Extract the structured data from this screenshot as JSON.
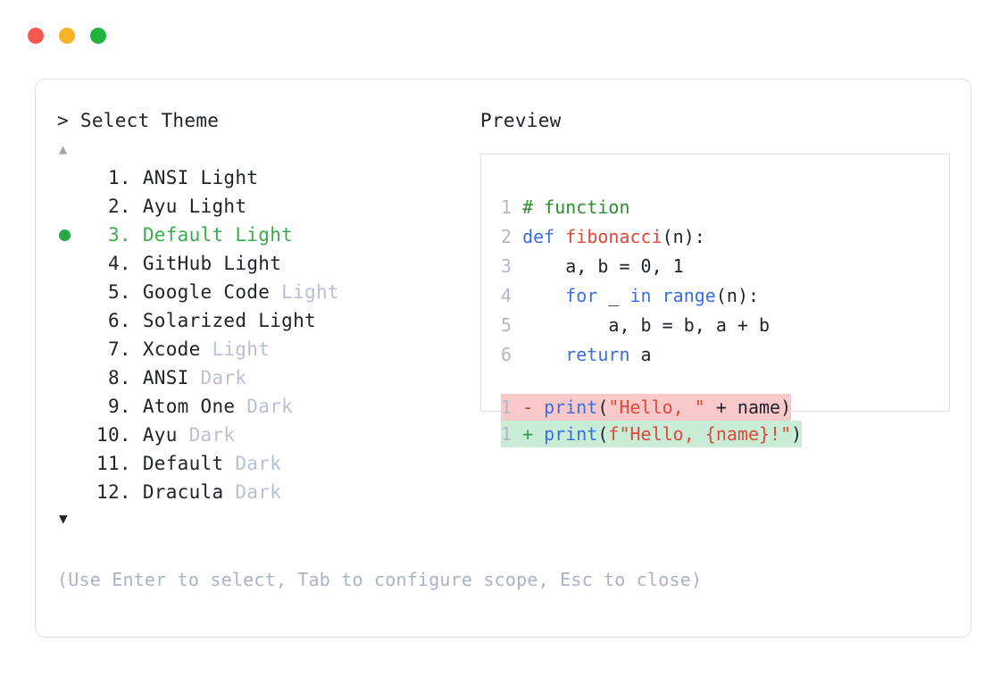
{
  "window": {
    "traffic_lights": [
      {
        "name": "close",
        "color": "#f9574f"
      },
      {
        "name": "minimize",
        "color": "#f5b427"
      },
      {
        "name": "maximize",
        "color": "#22b33b"
      }
    ]
  },
  "picker": {
    "prompt": "> Select Theme",
    "scroll_up_icon": "▲",
    "scroll_down_icon": "▼",
    "selected_index": 3,
    "selected_bullet": "●",
    "items": [
      {
        "num": "1",
        "dot": ".",
        "name": "ANSI",
        "suffix": "Light",
        "suffix_muted": false,
        "selected": false
      },
      {
        "num": "2",
        "dot": ".",
        "name": "Ayu",
        "suffix": "Light",
        "suffix_muted": false,
        "selected": false
      },
      {
        "num": "3",
        "dot": ".",
        "name": "Default",
        "suffix": "Light",
        "suffix_muted": false,
        "selected": true
      },
      {
        "num": "4",
        "dot": ".",
        "name": "GitHub",
        "suffix": "Light",
        "suffix_muted": false,
        "selected": false
      },
      {
        "num": "5",
        "dot": ".",
        "name": "Google Code",
        "suffix": "Light",
        "suffix_muted": true,
        "selected": false
      },
      {
        "num": "6",
        "dot": ".",
        "name": "Solarized",
        "suffix": "Light",
        "suffix_muted": false,
        "selected": false
      },
      {
        "num": "7",
        "dot": ".",
        "name": "Xcode",
        "suffix": "Light",
        "suffix_muted": true,
        "selected": false
      },
      {
        "num": "8",
        "dot": ".",
        "name": "ANSI",
        "suffix": "Dark",
        "suffix_muted": true,
        "selected": false
      },
      {
        "num": "9",
        "dot": ".",
        "name": "Atom One",
        "suffix": "Dark",
        "suffix_muted": true,
        "selected": false
      },
      {
        "num": "10",
        "dot": ".",
        "name": "Ayu",
        "suffix": "Dark",
        "suffix_muted": true,
        "selected": false
      },
      {
        "num": "11",
        "dot": ".",
        "name": "Default",
        "suffix": "Dark",
        "suffix_muted": true,
        "selected": false
      },
      {
        "num": "12",
        "dot": ".",
        "name": "Dracula",
        "suffix": "Dark",
        "suffix_muted": true,
        "selected": false
      }
    ]
  },
  "hint": "(Use Enter to select, Tab to configure scope, Esc to close)",
  "preview": {
    "title": "Preview",
    "code_lines": [
      {
        "n": "1",
        "tokens": [
          {
            "t": "# function",
            "c": "comment"
          }
        ]
      },
      {
        "n": "2",
        "tokens": [
          {
            "t": "def ",
            "c": "kw"
          },
          {
            "t": "fibonacci",
            "c": "fn"
          },
          {
            "t": "(n):",
            "c": "punct"
          }
        ]
      },
      {
        "n": "3",
        "tokens": [
          {
            "t": "    a, b = 0, 1",
            "c": "plain"
          }
        ]
      },
      {
        "n": "4",
        "tokens": [
          {
            "t": "    ",
            "c": "plain"
          },
          {
            "t": "for",
            "c": "kw"
          },
          {
            "t": " _ ",
            "c": "plain"
          },
          {
            "t": "in",
            "c": "kw"
          },
          {
            "t": " ",
            "c": "plain"
          },
          {
            "t": "range",
            "c": "builtin"
          },
          {
            "t": "(n):",
            "c": "punct"
          }
        ]
      },
      {
        "n": "5",
        "tokens": [
          {
            "t": "        a, b = b, a + b",
            "c": "plain"
          }
        ]
      },
      {
        "n": "6",
        "tokens": [
          {
            "t": "    ",
            "c": "plain"
          },
          {
            "t": "return",
            "c": "kw"
          },
          {
            "t": " a",
            "c": "plain"
          }
        ]
      }
    ],
    "diff_lines": [
      {
        "n": "1",
        "kind": "minus",
        "marker": "-",
        "tokens": [
          {
            "t": "print",
            "c": "builtin"
          },
          {
            "t": "(",
            "c": "punct"
          },
          {
            "t": "\"Hello, \"",
            "c": "str"
          },
          {
            "t": " + name)",
            "c": "plain"
          }
        ]
      },
      {
        "n": "1",
        "kind": "plus",
        "marker": "+",
        "tokens": [
          {
            "t": "print",
            "c": "builtin"
          },
          {
            "t": "(",
            "c": "punct"
          },
          {
            "t": "f\"Hello, {name}!\"",
            "c": "str"
          },
          {
            "t": ")",
            "c": "punct"
          }
        ]
      }
    ]
  },
  "colors": {
    "card_border": "#dcdfe6",
    "preview_border": "#dde0e8",
    "text": "#20232b",
    "muted": "#b9c1d1",
    "hint": "#aab2c4",
    "accent_green": "#3bab4e",
    "diff_minus_bg": "#f9c9c9",
    "diff_plus_bg": "#c8ecd5"
  }
}
